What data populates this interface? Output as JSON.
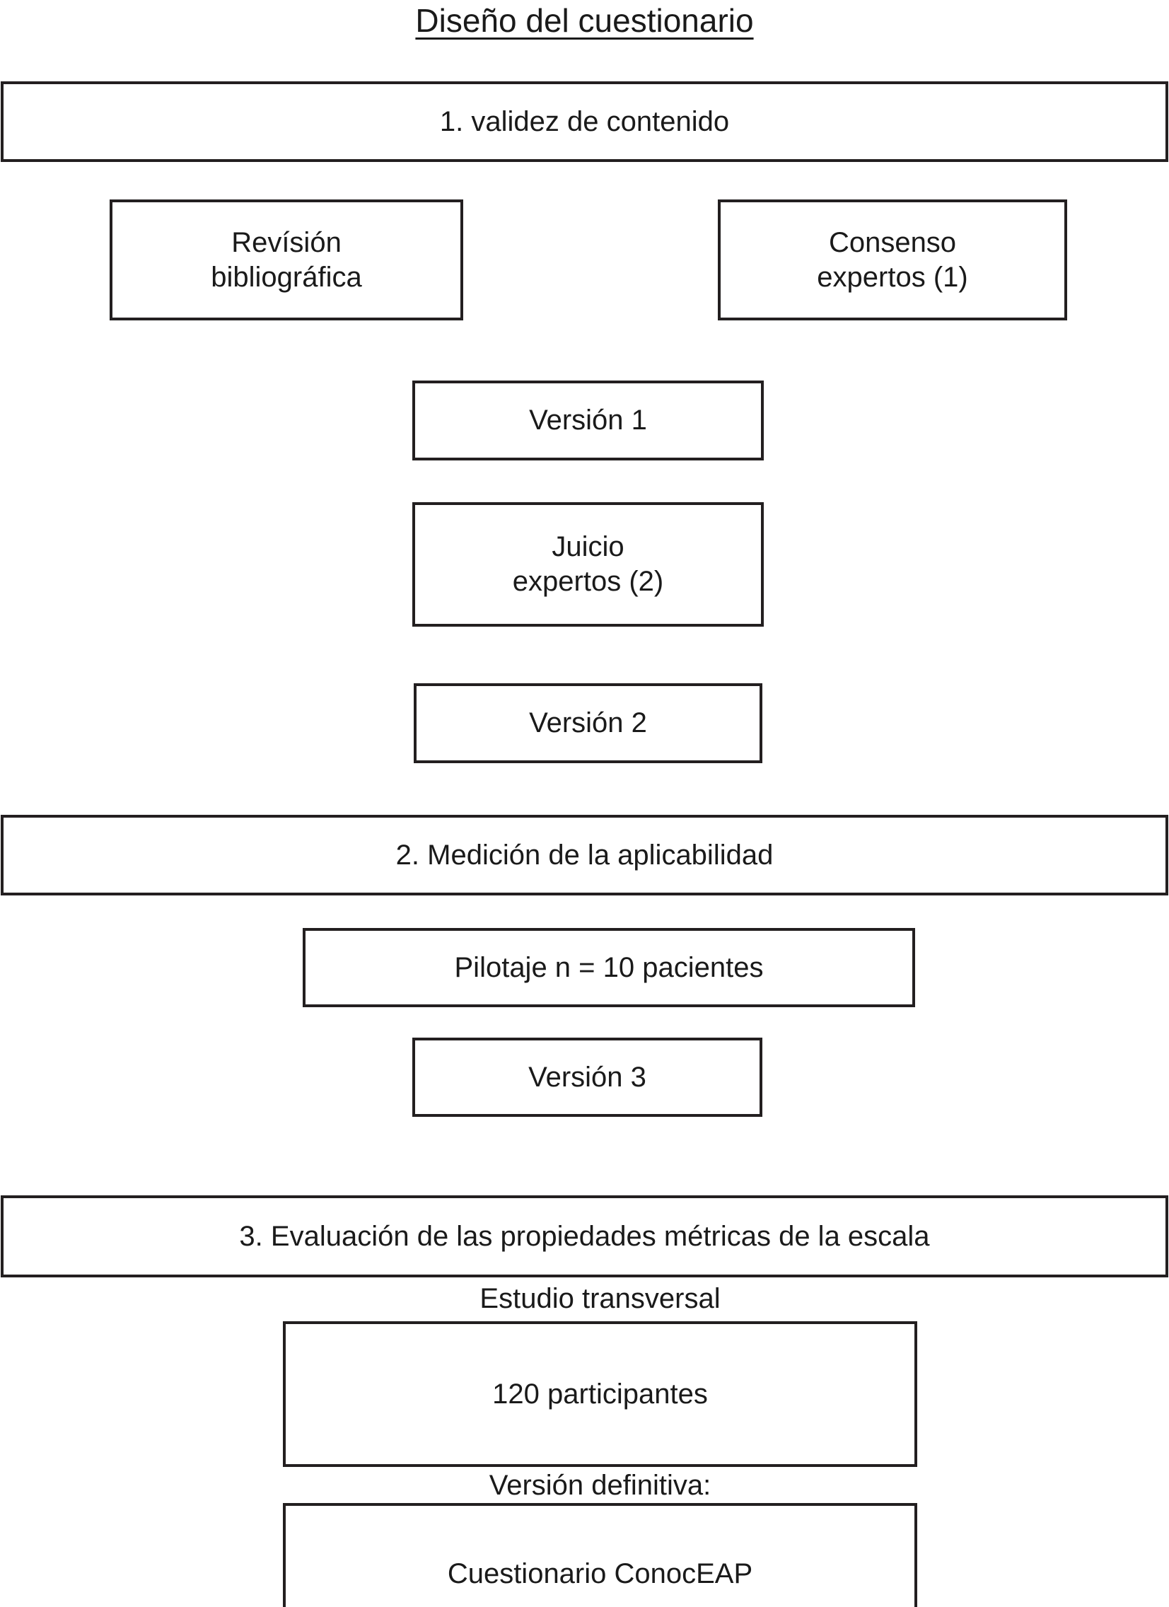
{
  "diagram": {
    "title": "Diseño del cuestionario",
    "type": "flowchart",
    "orientation": "top-to-bottom",
    "stages": [
      {
        "id": "stage-1",
        "header": "1. validez de contenido",
        "nodes": [
          {
            "id": "revision-bibliografica",
            "label": "Revísión\nbibliográfica"
          },
          {
            "id": "consenso-expertos-1",
            "label": "Consenso\nexpertos (1)"
          },
          {
            "id": "version-1",
            "label": "Versión 1"
          },
          {
            "id": "juicio-expertos-2",
            "label": "Juicio\nexpertos (2)"
          },
          {
            "id": "version-2",
            "label": "Versión 2"
          }
        ]
      },
      {
        "id": "stage-2",
        "header": "2. Medición de la aplicabilidad",
        "nodes": [
          {
            "id": "pilotaje",
            "label": "Pilotaje n = 10 pacientes"
          },
          {
            "id": "version-3",
            "label": "Versión 3"
          }
        ]
      },
      {
        "id": "stage-3",
        "header": "3. Evaluación de las propiedades métricas de la escala",
        "captions": [
          {
            "id": "estudio-transversal",
            "label": "Estudio transversal"
          },
          {
            "id": "version-definitiva",
            "label": "Versión definitiva:"
          }
        ],
        "nodes": [
          {
            "id": "participantes",
            "label": "120 participantes"
          },
          {
            "id": "cuestionario-conoceap",
            "label": "Cuestionario ConocEAP"
          }
        ]
      }
    ],
    "colors": {
      "border": "#231f20",
      "text": "#1a1a1a",
      "background": "#ffffff"
    }
  }
}
